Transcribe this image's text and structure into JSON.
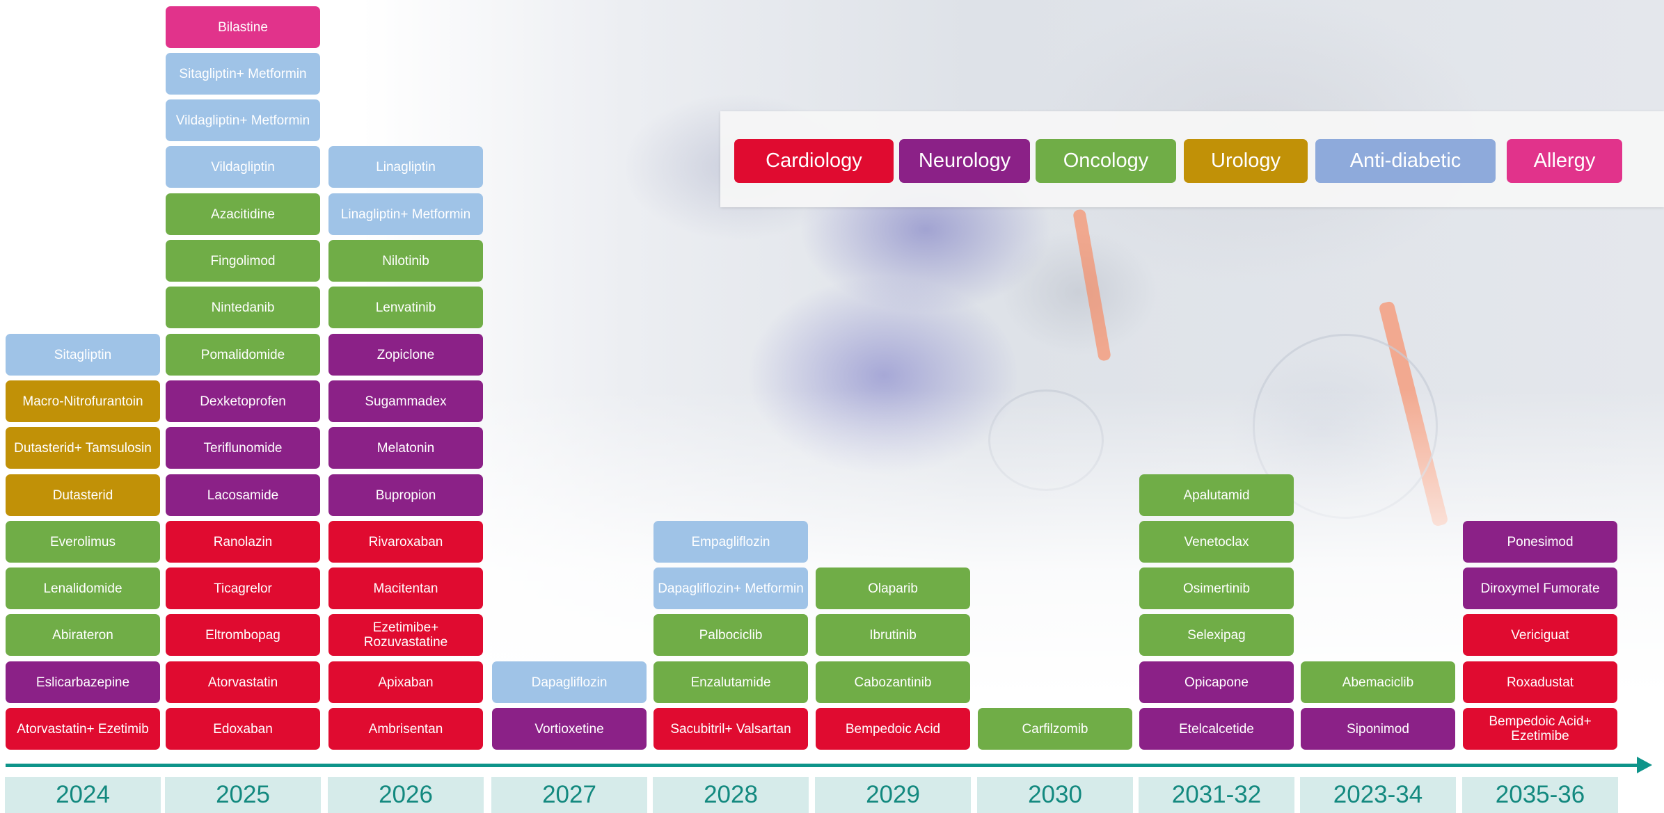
{
  "chart_data": {
    "type": "table",
    "title": "",
    "colors": {
      "Cardiology": "#e00b30",
      "Neurology": "#8b2187",
      "Oncology": "#70ad47",
      "Urology": "#c19107",
      "Anti-diabetic": "#9fc3e7",
      "Allergy": "#e1338b",
      "legend_anti_diabetic": "#8eaadb",
      "axis": "#0e948a",
      "year_bg": "#d6ebea",
      "year_text": "#13897f"
    },
    "legend": [
      {
        "label": "Cardiology",
        "key": "Cardiology"
      },
      {
        "label": "Neurology",
        "key": "Neurology"
      },
      {
        "label": "Oncology",
        "key": "Oncology"
      },
      {
        "label": "Urology",
        "key": "Urology"
      },
      {
        "label": "Anti-diabetic",
        "key": "legend_anti_diabetic"
      },
      {
        "label": "Allergy",
        "key": "Allergy"
      }
    ],
    "columns": [
      {
        "year": "2024",
        "drugs": [
          {
            "name": "Atorvastatin+ Ezetimib",
            "category": "Cardiology"
          },
          {
            "name": "Eslicarbazepine",
            "category": "Neurology"
          },
          {
            "name": "Abirateron",
            "category": "Oncology"
          },
          {
            "name": "Lenalidomide",
            "category": "Oncology"
          },
          {
            "name": "Everolimus",
            "category": "Oncology"
          },
          {
            "name": "Dutasterid",
            "category": "Urology"
          },
          {
            "name": "Dutasterid+ Tamsulosin",
            "category": "Urology"
          },
          {
            "name": "Macro-Nitrofurantoin",
            "category": "Urology"
          },
          {
            "name": "Sitagliptin",
            "category": "Anti-diabetic"
          }
        ]
      },
      {
        "year": "2025",
        "drugs": [
          {
            "name": "Edoxaban",
            "category": "Cardiology"
          },
          {
            "name": "Atorvastatin",
            "category": "Cardiology"
          },
          {
            "name": "Eltrombopag",
            "category": "Cardiology"
          },
          {
            "name": "Ticagrelor",
            "category": "Cardiology"
          },
          {
            "name": "Ranolazin",
            "category": "Cardiology"
          },
          {
            "name": "Lacosamide",
            "category": "Neurology"
          },
          {
            "name": "Teriflunomide",
            "category": "Neurology"
          },
          {
            "name": "Dexketoprofen",
            "category": "Neurology"
          },
          {
            "name": "Pomalidomide",
            "category": "Oncology"
          },
          {
            "name": "Nintedanib",
            "category": "Oncology"
          },
          {
            "name": "Fingolimod",
            "category": "Oncology"
          },
          {
            "name": "Azacitidine",
            "category": "Oncology"
          },
          {
            "name": "Vildagliptin",
            "category": "Anti-diabetic"
          },
          {
            "name": "Vildagliptin+ Metformin",
            "category": "Anti-diabetic"
          },
          {
            "name": "Sitagliptin+ Metformin",
            "category": "Anti-diabetic"
          },
          {
            "name": "Bilastine",
            "category": "Allergy"
          }
        ]
      },
      {
        "year": "2026",
        "drugs": [
          {
            "name": "Ambrisentan",
            "category": "Cardiology"
          },
          {
            "name": "Apixaban",
            "category": "Cardiology"
          },
          {
            "name": "Ezetimibe+ Rozuvastatine",
            "category": "Cardiology"
          },
          {
            "name": "Macitentan",
            "category": "Cardiology"
          },
          {
            "name": "Rivaroxaban",
            "category": "Cardiology"
          },
          {
            "name": "Bupropion",
            "category": "Neurology"
          },
          {
            "name": "Melatonin",
            "category": "Neurology"
          },
          {
            "name": "Sugammadex",
            "category": "Neurology"
          },
          {
            "name": "Zopiclone",
            "category": "Neurology"
          },
          {
            "name": "Lenvatinib",
            "category": "Oncology"
          },
          {
            "name": "Nilotinib",
            "category": "Oncology"
          },
          {
            "name": "Linagliptin+ Metformin",
            "category": "Anti-diabetic"
          },
          {
            "name": "Linagliptin",
            "category": "Anti-diabetic"
          }
        ]
      },
      {
        "year": "2027",
        "drugs": [
          {
            "name": "Vortioxetine",
            "category": "Neurology"
          },
          {
            "name": "Dapagliflozin",
            "category": "Anti-diabetic"
          }
        ]
      },
      {
        "year": "2028",
        "drugs": [
          {
            "name": "Sacubitril+ Valsartan",
            "category": "Cardiology"
          },
          {
            "name": "Enzalutamide",
            "category": "Oncology"
          },
          {
            "name": "Palbociclib",
            "category": "Oncology"
          },
          {
            "name": "Dapagliflozin+ Metformin",
            "category": "Anti-diabetic"
          },
          {
            "name": "Empagliflozin",
            "category": "Anti-diabetic"
          }
        ]
      },
      {
        "year": "2029",
        "drugs": [
          {
            "name": "Bempedoic Acid",
            "category": "Cardiology"
          },
          {
            "name": "Cabozantinib",
            "category": "Oncology"
          },
          {
            "name": "Ibrutinib",
            "category": "Oncology"
          },
          {
            "name": "Olaparib",
            "category": "Oncology"
          }
        ]
      },
      {
        "year": "2030",
        "drugs": [
          {
            "name": "Carfilzomib",
            "category": "Oncology"
          }
        ]
      },
      {
        "year": "2031-32",
        "drugs": [
          {
            "name": "Etelcalcetide",
            "category": "Neurology"
          },
          {
            "name": "Opicapone",
            "category": "Neurology"
          },
          {
            "name": "Selexipag",
            "category": "Oncology"
          },
          {
            "name": "Osimertinib",
            "category": "Oncology"
          },
          {
            "name": "Venetoclax",
            "category": "Oncology"
          },
          {
            "name": "Apalutamid",
            "category": "Oncology"
          }
        ]
      },
      {
        "year": "2023-34",
        "drugs": [
          {
            "name": "Siponimod",
            "category": "Neurology"
          },
          {
            "name": "Abemaciclib",
            "category": "Oncology"
          }
        ]
      },
      {
        "year": "2035-36",
        "drugs": [
          {
            "name": "Bempedoic Acid+ Ezetimibe",
            "category": "Cardiology"
          },
          {
            "name": "Roxadustat",
            "category": "Cardiology"
          },
          {
            "name": "Vericiguat",
            "category": "Cardiology"
          },
          {
            "name": "Diroxymel Fumorate",
            "category": "Neurology"
          },
          {
            "name": "Ponesimod",
            "category": "Neurology"
          }
        ]
      }
    ]
  }
}
